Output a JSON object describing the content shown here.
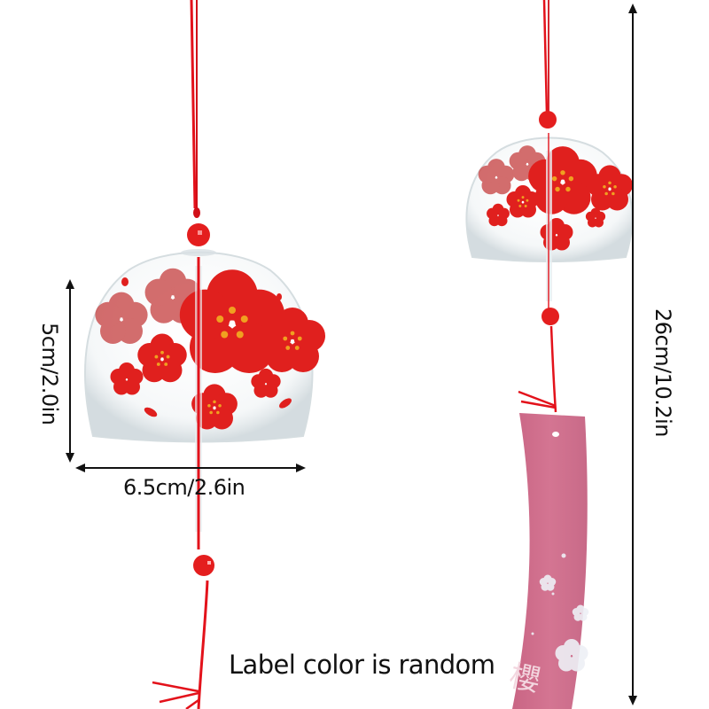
{
  "product": {
    "name": "Glass wind chime with red plum blossoms",
    "colors": {
      "string": "#e3121b",
      "bead": "#e41e1e",
      "flower": "#e0201e",
      "flower_faded": "#c94a4a",
      "stamen": "#f0a020",
      "label_strip": "#d16f8d",
      "label_motif": "#eef0f6",
      "dimension_line": "#111111",
      "background": "#ffffff"
    }
  },
  "dimensions": {
    "bell_height": "5cm/2.0in",
    "bell_width": "6.5cm/2.6in",
    "total_length": "26cm/10.2in"
  },
  "caption": "Label color is random",
  "label_strip": {
    "kanji": "櫻"
  }
}
